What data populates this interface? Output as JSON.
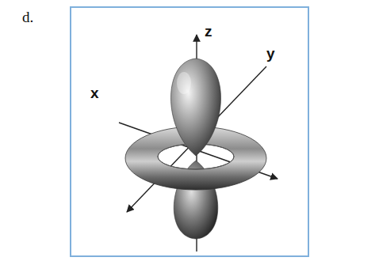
{
  "diagram": {
    "labels": [
      "d.",
      "z",
      "x",
      "y"
    ]
  }
}
